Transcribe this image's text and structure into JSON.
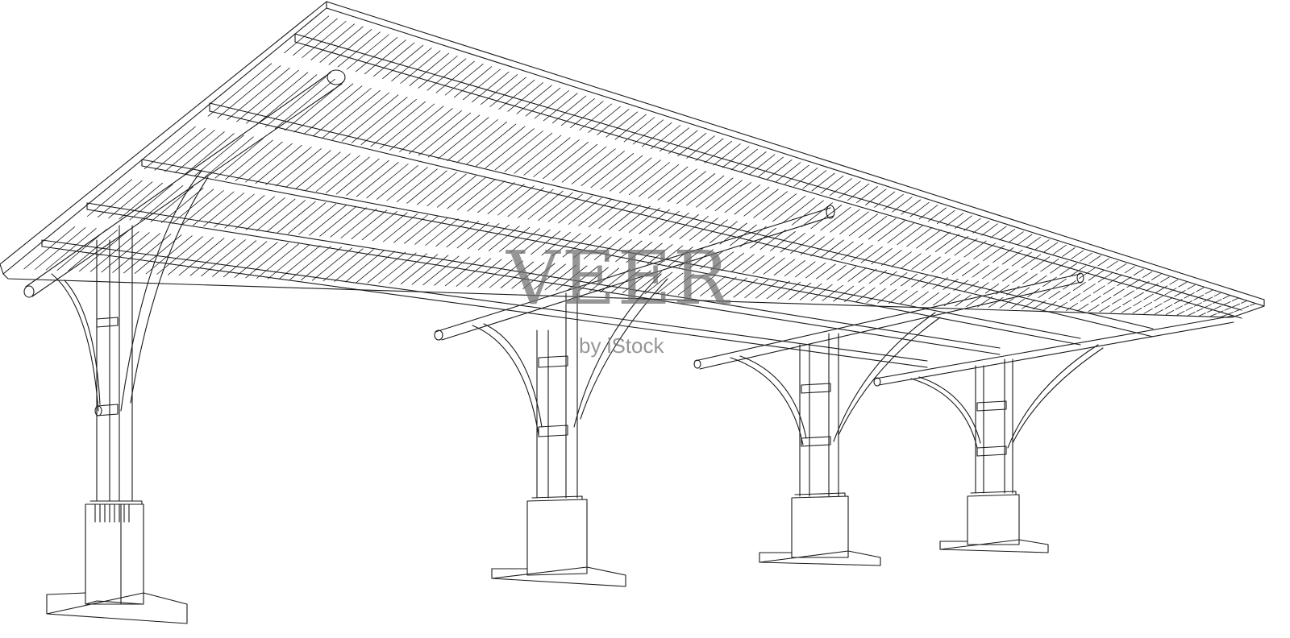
{
  "watermark": {
    "brand": "VEER",
    "byline": "by iStock"
  },
  "drawing": {
    "style": "line-art",
    "stroke_color": "#1a1a1a",
    "background_color": "#ffffff",
    "watermark_color": "#6f6f6f"
  }
}
